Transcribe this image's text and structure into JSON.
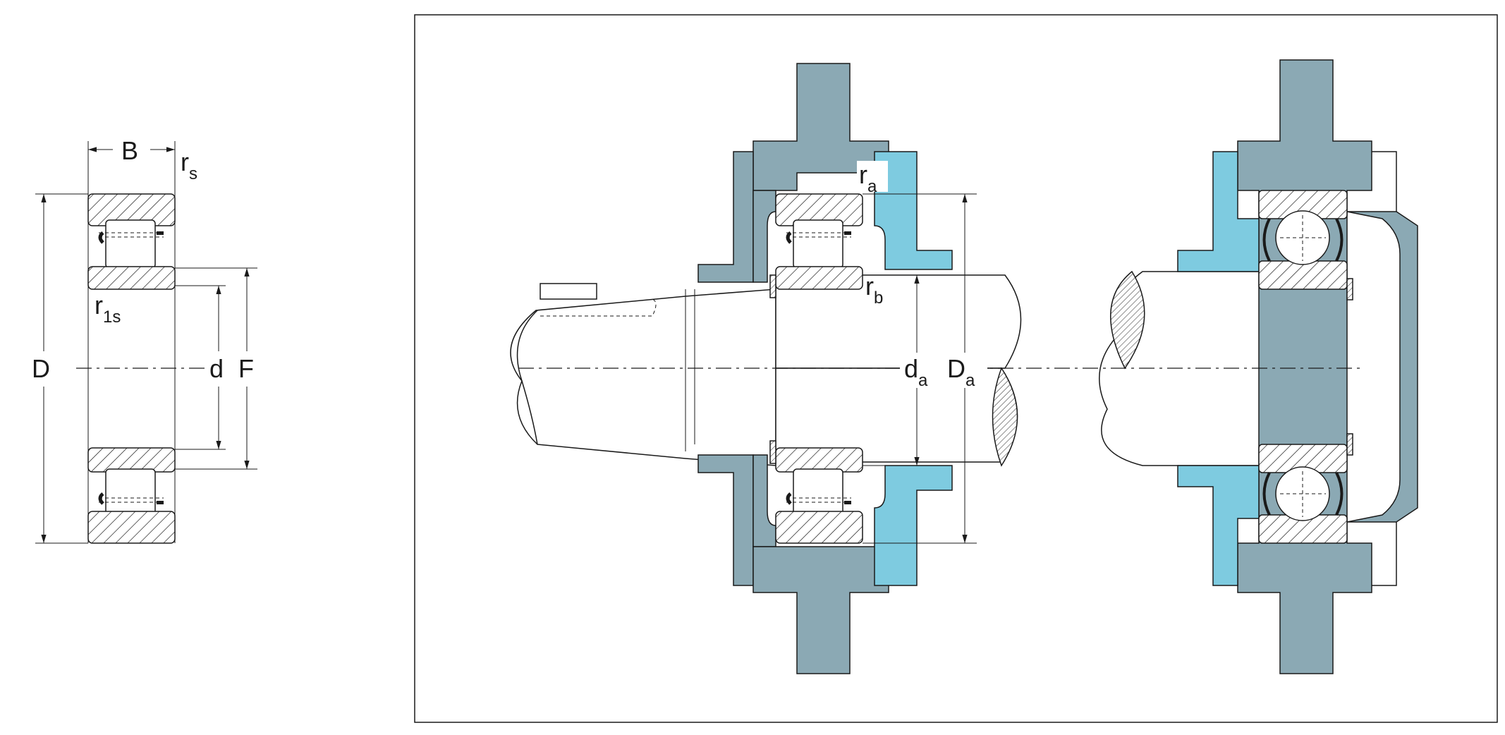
{
  "colors": {
    "housing": "#8ba9b4",
    "cover": "#7ecbe0",
    "hatch": "#1a1a1a",
    "line": "#1a1a1a",
    "background": "#ffffff"
  },
  "left_view": {
    "width": "B",
    "chamfer_outer": "r",
    "chamfer_outer_sub": "s",
    "chamfer_inner": "r",
    "chamfer_inner_sub": "1s",
    "outer_diameter": "D",
    "bore": "d",
    "raceway": "F"
  },
  "mounting_view": {
    "housing_fillet": "r",
    "housing_fillet_sub": "a",
    "shaft_fillet": "r",
    "shaft_fillet_sub": "b",
    "shaft_abutment": "d",
    "shaft_abutment_sub": "a",
    "housing_abutment": "D",
    "housing_abutment_sub": "a"
  }
}
